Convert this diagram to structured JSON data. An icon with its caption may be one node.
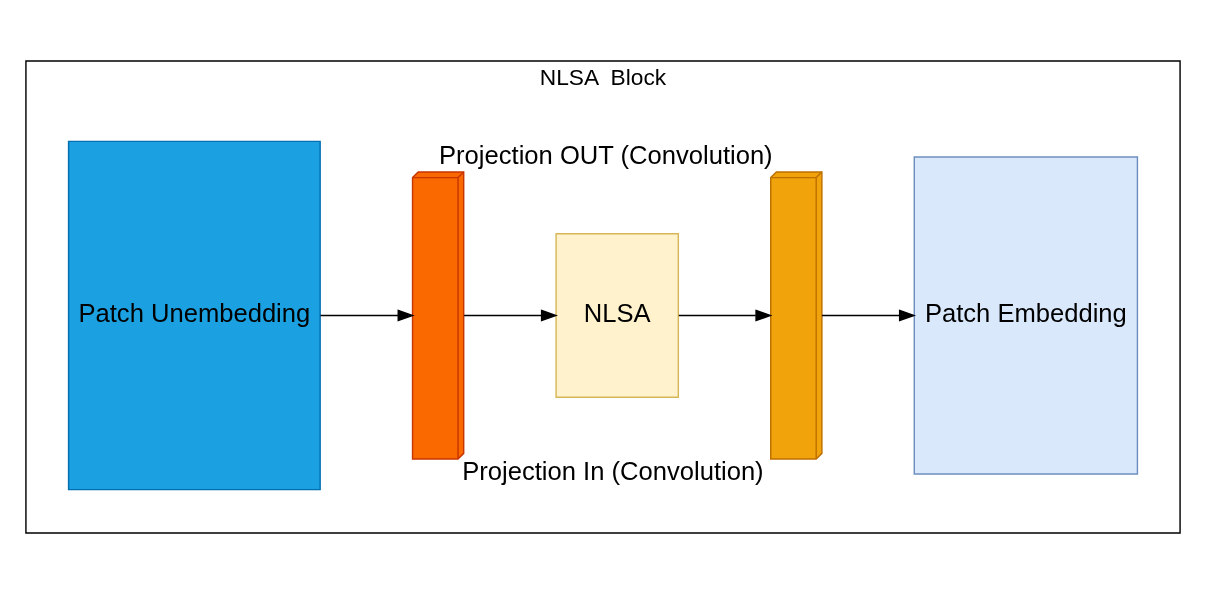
{
  "diagram": {
    "nodes": [
      {
        "text": [
          "NLSA  Block"
        ]
      },
      {
        "text": [
          "Patch Unembedding"
        ],
        "in": 0
      },
      {
        "text": [],
        "shape": "box",
        "beside": [
          "Projection In (Convolution)"
        ],
        "in": 0
      },
      {
        "text": [
          "NLSA"
        ],
        "in": 0
      },
      {
        "text": [],
        "shape": "box",
        "beside": [
          "Projection OUT (Convolution)"
        ],
        "in": 0
      },
      {
        "text": [
          "Patch Embedding"
        ],
        "in": 0
      }
    ],
    "edges": [
      {
        "from": 1,
        "to": 2,
        "arrow": "to"
      },
      {
        "from": 2,
        "to": 3,
        "arrow": "to"
      },
      {
        "from": 3,
        "to": 4,
        "arrow": "to"
      },
      {
        "from": 4,
        "to": 5,
        "arrow": "to"
      }
    ]
  }
}
